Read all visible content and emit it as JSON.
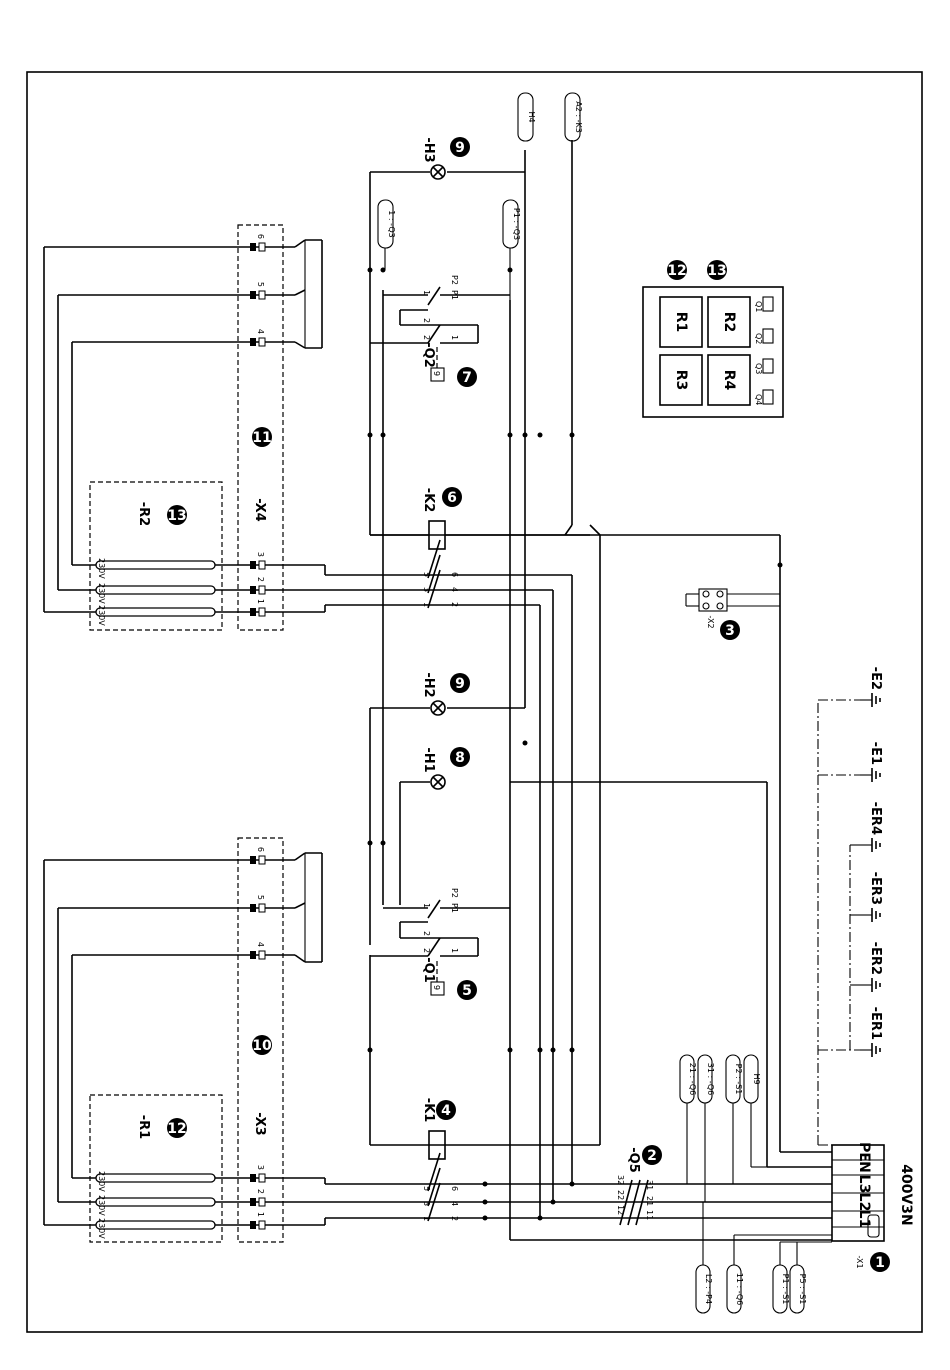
{
  "title": "400V3N",
  "terminal_strip": {
    "name": "-X1",
    "terminals": [
      "PE",
      "N",
      "L3",
      "L2",
      "L1"
    ]
  },
  "badges": [
    "1",
    "2",
    "3",
    "4",
    "5",
    "6",
    "7",
    "8",
    "9",
    "9",
    "10",
    "11",
    "12",
    "13",
    "12",
    "13"
  ],
  "contactors": [
    "-K1",
    "-K2"
  ],
  "contactor_contacts": {
    "top": [
      "1",
      "3",
      "5"
    ],
    "bottom": [
      "2",
      "4",
      "6"
    ]
  },
  "switches": [
    "-Q1",
    "-Q2"
  ],
  "switch_contacts": [
    "1",
    "2",
    "P1",
    "P2",
    "1",
    "2"
  ],
  "switch_symbol": "9",
  "lamps": [
    "-H1",
    "-H2",
    "-H3"
  ],
  "heaters": [
    "-R1",
    "-R2"
  ],
  "heater_voltage": "230V",
  "terminal_blocks": [
    "-X3",
    "-X4"
  ],
  "terminal_numbers": [
    "1",
    "2",
    "3",
    "4",
    "5",
    "6"
  ],
  "aux_contact": {
    "name": "-Q5",
    "numbers": [
      "12",
      "22",
      "32",
      "11",
      "21",
      "31"
    ]
  },
  "connector": {
    "name": "-X2"
  },
  "cross_refs_top": [
    "H4",
    "A2 : -K3"
  ],
  "cross_refs_q2": [
    "1 : -Q3",
    "P1 : -Q3"
  ],
  "cross_refs_mid": [
    "21 : -Q6",
    "31 : -Q6",
    "P2 : -S1",
    "H9"
  ],
  "cross_refs_bottom": [
    "L2 : -P4",
    "11 : -Q6",
    "P1 : -S1",
    "P5 : -S1"
  ],
  "earths": [
    "-E2",
    "-E1",
    "-ER4",
    "-ER3",
    "-ER2",
    "-ER1"
  ],
  "position_table": {
    "badges": [
      "12",
      "13"
    ],
    "cells": [
      "R1",
      "R2",
      "R3",
      "R4"
    ],
    "outputs": [
      "Q1",
      "Q2",
      "Q3",
      "Q4"
    ]
  }
}
